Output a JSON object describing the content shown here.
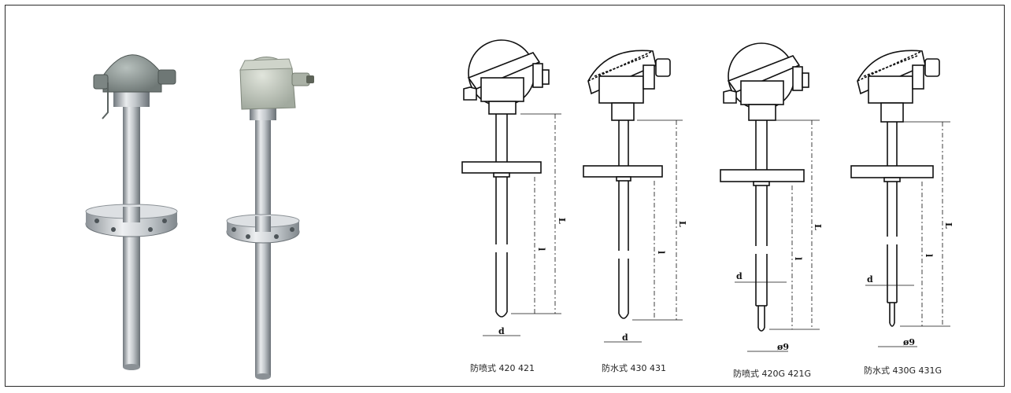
{
  "diagrams": [
    {
      "caption": "防喷式 420  421",
      "dim_d": "d",
      "dim_l": "l",
      "dim_L": "L"
    },
    {
      "caption": "防水式 430  431",
      "dim_d": "d",
      "dim_l": "l",
      "dim_L": "L"
    },
    {
      "caption": "防喷式 420G  421G",
      "dim_d": "d",
      "dim_phi": "ø9",
      "dim_l": "l",
      "dim_L": "L"
    },
    {
      "caption": "防水式 430G  431G",
      "dim_d": "d",
      "dim_phi": "ø9",
      "dim_l": "l",
      "dim_L": "L"
    }
  ],
  "colors": {
    "frame": "#2a2a2a",
    "line": "#111111",
    "steel_light": "#e4e6e8",
    "steel_mid": "#b7bcc1",
    "steel_dark": "#7e858b",
    "head_gray": "#8f9896",
    "head_light": "#c9cfc8"
  }
}
